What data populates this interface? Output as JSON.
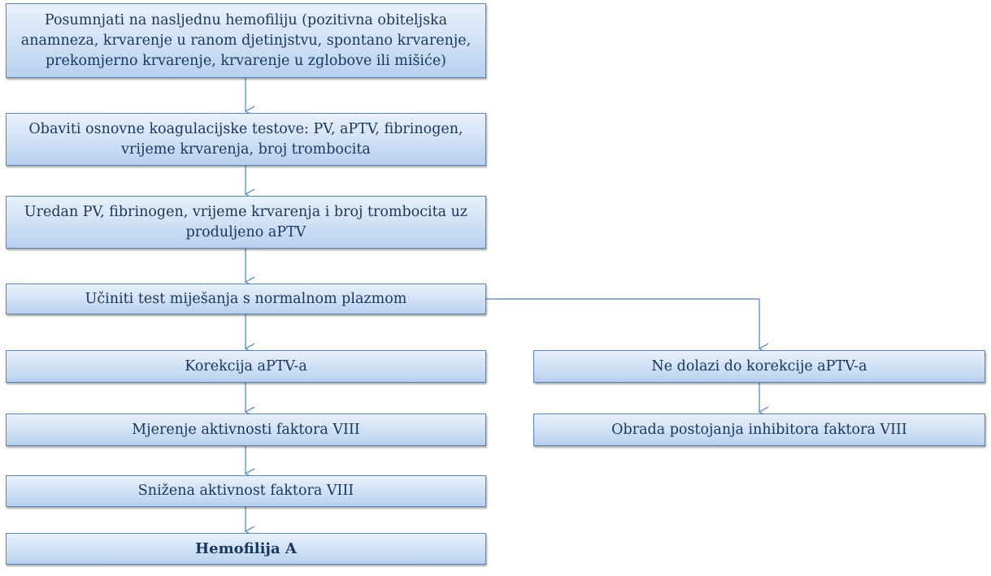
{
  "flow": {
    "suspect": "Posumnjati na nasljednu hemofiliju (pozitivna obiteljska anamneza, krvarenje u ranom djetinjstvu, spontano krvarenje, prekomjerno krvarenje, krvarenje u zglobove ili mišiće)",
    "basic_tests": "Obaviti osnovne koagulacijske testove: PV, aPTV, fibrinogen, vrijeme krvarenja, broj trombocita",
    "normal_pv": "Uredan PV, fibrinogen, vrijeme krvarenja i broj trombocita uz produljeno aPTV",
    "mixing_test": "Učiniti test miješanja s normalnom plazmom",
    "correction": "Korekcija aPTV-a",
    "factor_measure": "Mjerenje aktivnosti faktora VIII",
    "reduced_activity": "Snižena aktivnost faktora VIII",
    "diagnosis": "Hemofilija A",
    "no_correction": "Ne dolazi do korekcije aPTV-a",
    "inhibitor_workup": "Obrada postojanja inhibitora faktora VIII"
  },
  "colors": {
    "border": "#5b86b8",
    "text": "#17375e",
    "connector": "#4f81bd"
  }
}
